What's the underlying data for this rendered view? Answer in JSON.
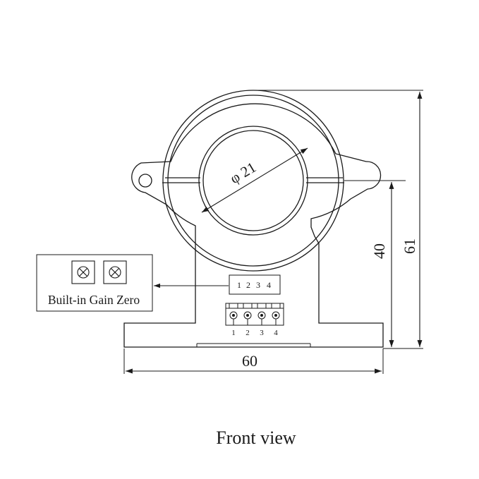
{
  "diagram": {
    "caption": "Front view",
    "dimensions": {
      "inner_diameter": "φ 21",
      "width": "60",
      "height_total": "61",
      "height_to_center": "40"
    },
    "terminal_label_top": [
      "1",
      "2",
      "3",
      "4"
    ],
    "terminal_label_bottom": [
      "1",
      "2",
      "3",
      "4"
    ],
    "inset": {
      "label": "Built-in Gain Zero",
      "icons": [
        "potentiometer-icon",
        "potentiometer-icon"
      ]
    },
    "colors": {
      "line": "#1a1a1a",
      "background": "#ffffff"
    }
  }
}
